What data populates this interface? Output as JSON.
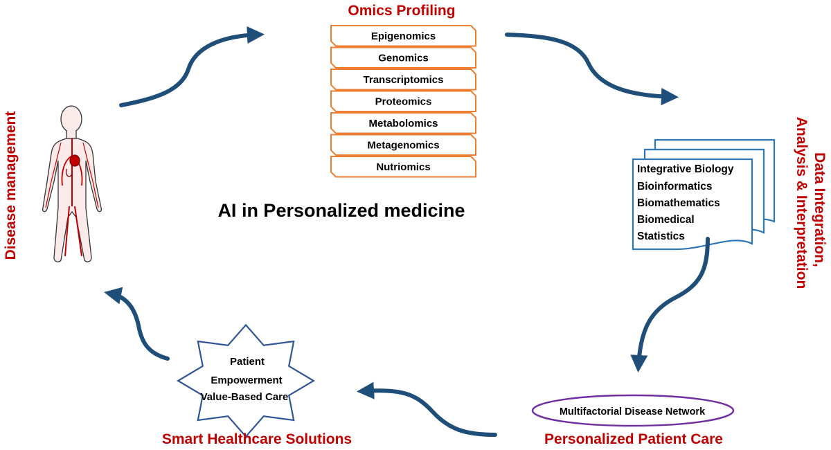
{
  "center_title": "AI in Personalized medicine",
  "omics": {
    "title": "Omics Profiling",
    "items": [
      "Epigenomics",
      "Genomics",
      "Transcriptomics",
      "Proteomics",
      "Metabolomics",
      "Metagenomics",
      "Nutriomics"
    ],
    "border_color": "#ed7d31"
  },
  "data_integration": {
    "title_line1": "Data Integration,",
    "title_line2": "Analysis & Interpretation",
    "items": [
      "Integrative Biology",
      "Bioinformatics",
      "Biomathematics",
      "Biomedical",
      "Statistics"
    ],
    "border_color": "#2e75b6"
  },
  "patient_care": {
    "title": "Personalized Patient Care",
    "oval_text": "Multifactorial Disease Network",
    "oval_color": "#7030a0"
  },
  "smart_healthcare": {
    "title": "Smart Healthcare Solutions",
    "lines": [
      "Patient",
      "Empowerment",
      "Value-Based Care"
    ],
    "star_color": "#2f5597"
  },
  "disease": {
    "title": "Disease management",
    "figure_icon": "human-anatomy-icon"
  },
  "colors": {
    "title_red": "#c00000",
    "arrow": "#1f4e79"
  }
}
